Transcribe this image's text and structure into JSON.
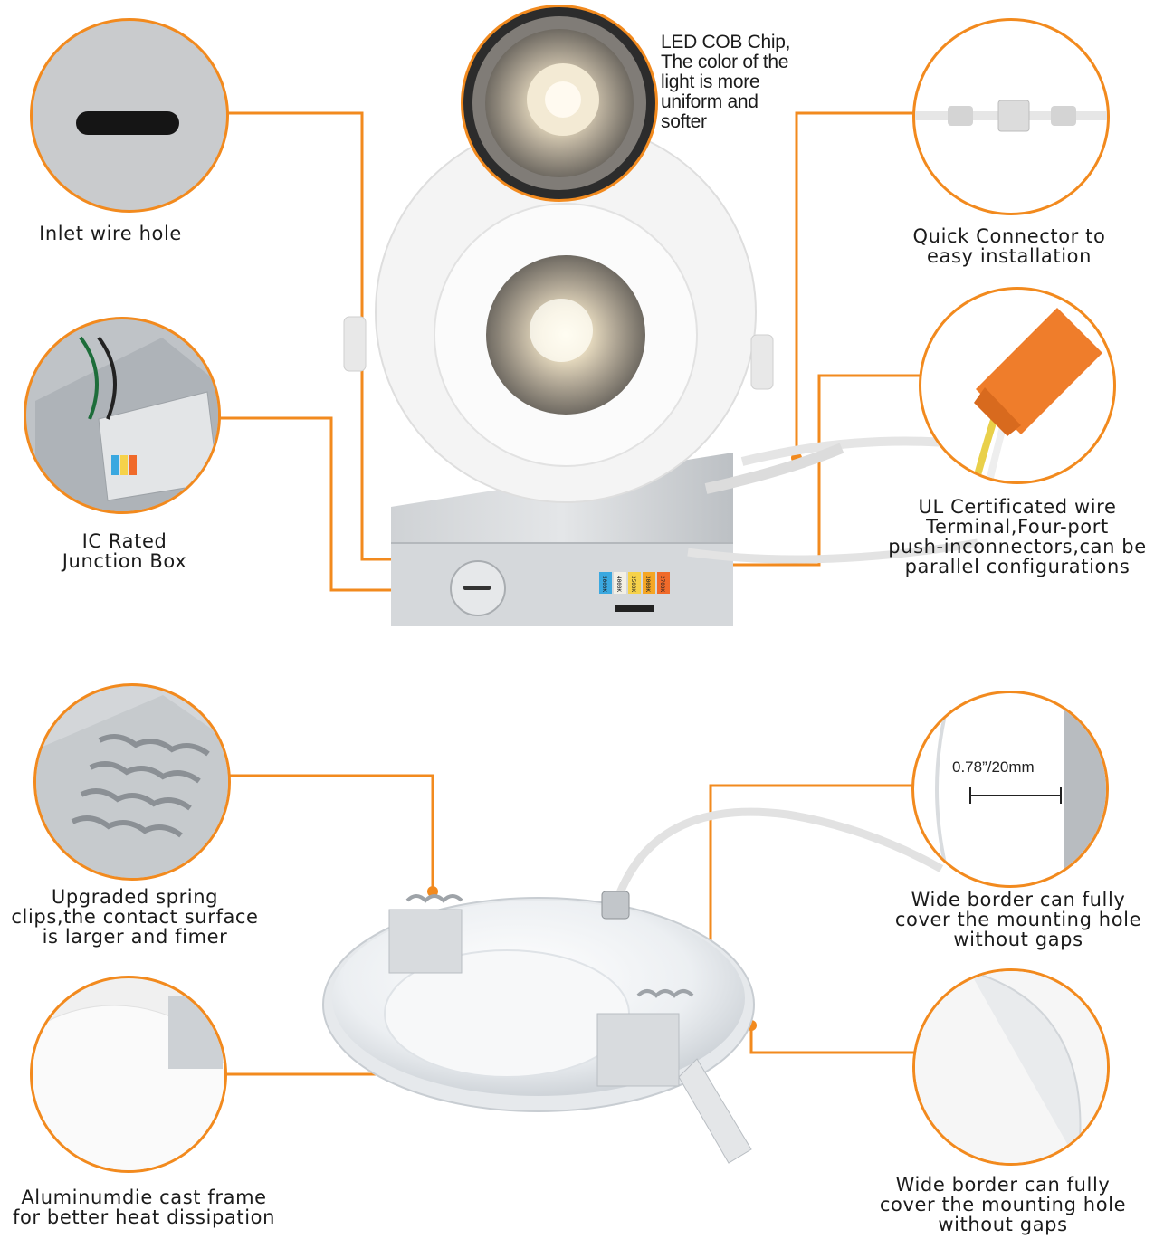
{
  "accent_color": "#f28a1e",
  "top_section": {
    "inlet_wire_hole": {
      "label": "Inlet wire hole",
      "icon": "slot-hole-icon"
    },
    "led_cob_chip": {
      "label_lines": [
        "LED COB Chip,",
        "The color of the",
        "light is more",
        "uniform and",
        "softer"
      ],
      "icon": "led-chip-icon"
    },
    "quick_connector": {
      "label_lines": [
        "Quick Connector to",
        "easy installation"
      ],
      "icon": "connector-icon"
    },
    "ic_junction_box": {
      "label_lines": [
        "IC Rated",
        "Junction Box"
      ],
      "icon": "junction-box-icon"
    },
    "ul_wire_terminal": {
      "label_lines": [
        "UL Certificated wire",
        "Terminal,Four-port",
        "push-inconnectors,can be",
        "parallel  configurations"
      ],
      "icon": "wire-nut-icon"
    },
    "cct_switch": [
      "2700K",
      "3000K",
      "3500K",
      "4000K",
      "5000K"
    ]
  },
  "bottom_section": {
    "spring_clips": {
      "label_lines": [
        "Upgraded spring",
        "clips,the contact surface",
        "is larger and fimer"
      ],
      "icon": "spring-clip-icon"
    },
    "wide_border_top": {
      "label_lines": [
        "Wide border can fully",
        "cover the mounting hole",
        "without gaps"
      ],
      "dimension": "0.78”/20mm",
      "icon": "border-measure-icon"
    },
    "aluminum_frame": {
      "label_lines": [
        "Aluminumdie cast frame",
        "for better heat dissipation"
      ],
      "icon": "frame-icon"
    },
    "wide_border_bottom": {
      "label_lines": [
        "Wide border can fully",
        "cover the mounting hole",
        "without gaps"
      ],
      "icon": "border-edge-icon"
    }
  }
}
